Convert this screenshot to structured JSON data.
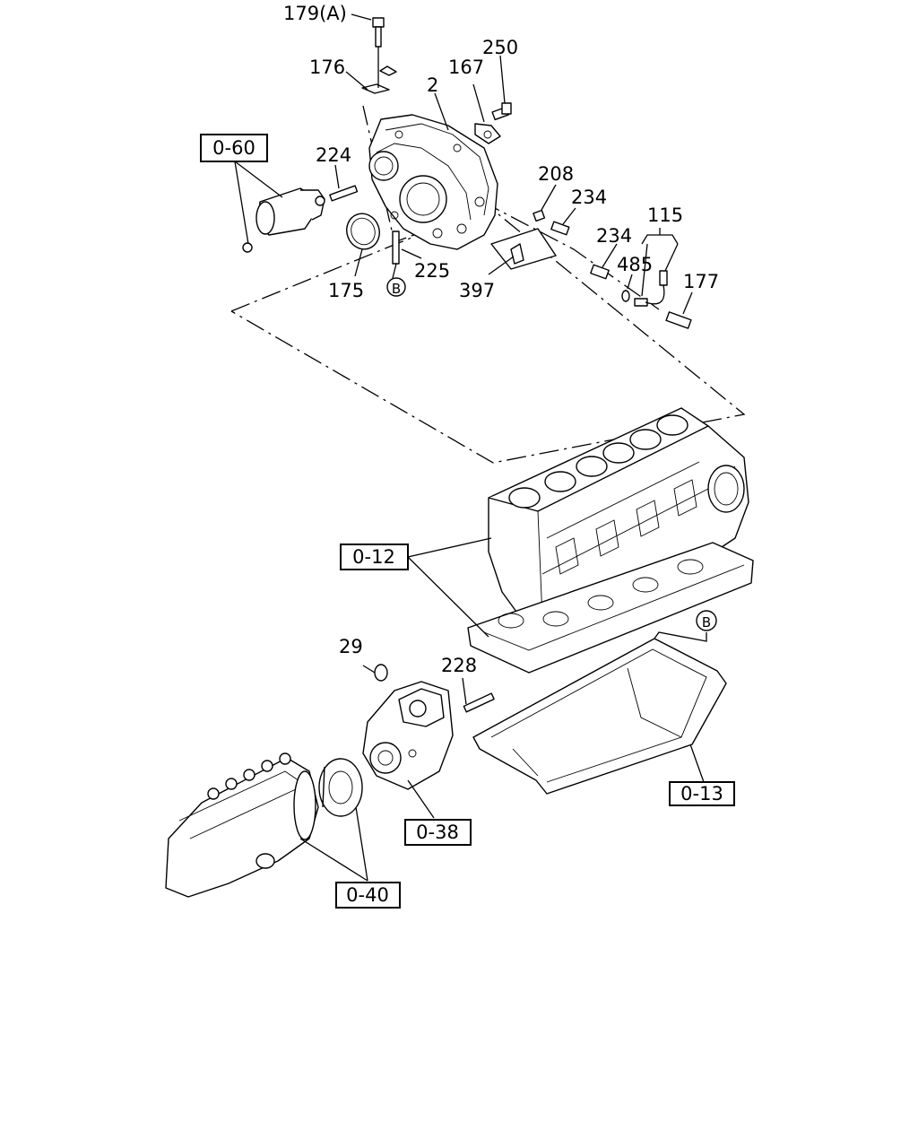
{
  "callouts": {
    "c179a": "179(A)",
    "c176": "176",
    "c250": "250",
    "c167": "167",
    "c2": "2",
    "c224": "224",
    "c208": "208",
    "c234a": "234",
    "c234b": "234",
    "c115": "115",
    "c485": "485",
    "c177": "177",
    "c175": "175",
    "c225": "225",
    "c397": "397",
    "c29": "29",
    "c228": "228",
    "cB1": "B",
    "cB2": "B"
  },
  "refs": {
    "r060": "0-60",
    "r012": "0-12",
    "r013": "0-13",
    "r038": "0-38",
    "r040": "0-40"
  }
}
